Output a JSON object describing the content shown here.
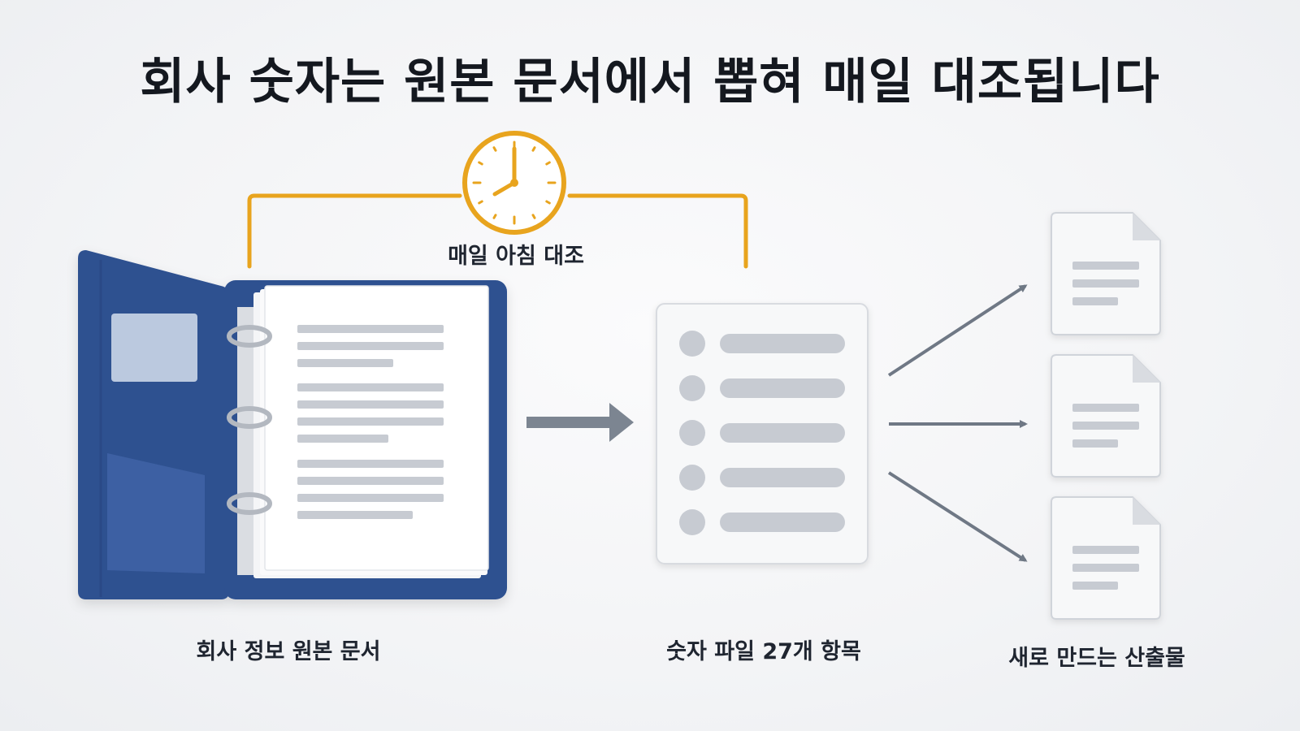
{
  "title": "회사 숫자는 원본 문서에서 뽑혀 매일 대조됩니다",
  "check_loop": {
    "label": "매일 아침 대조",
    "icon": "clock-icon",
    "color": "#E8A41E"
  },
  "nodes": {
    "source": {
      "label": "회사 정보 원본 문서",
      "icon": "binder-icon",
      "color": "#2F5190"
    },
    "facts": {
      "label": "숫자 파일 27개 항목",
      "icon": "list-document-icon",
      "item_count": 5
    },
    "outputs": {
      "label": "새로 만드는 산출물",
      "icon": "document-icon",
      "count": 3
    }
  },
  "colors": {
    "arrow": "#6F7885",
    "placeholder_line": "#C7CBD2",
    "page": "#FFFFFF",
    "title": "#14181F"
  }
}
